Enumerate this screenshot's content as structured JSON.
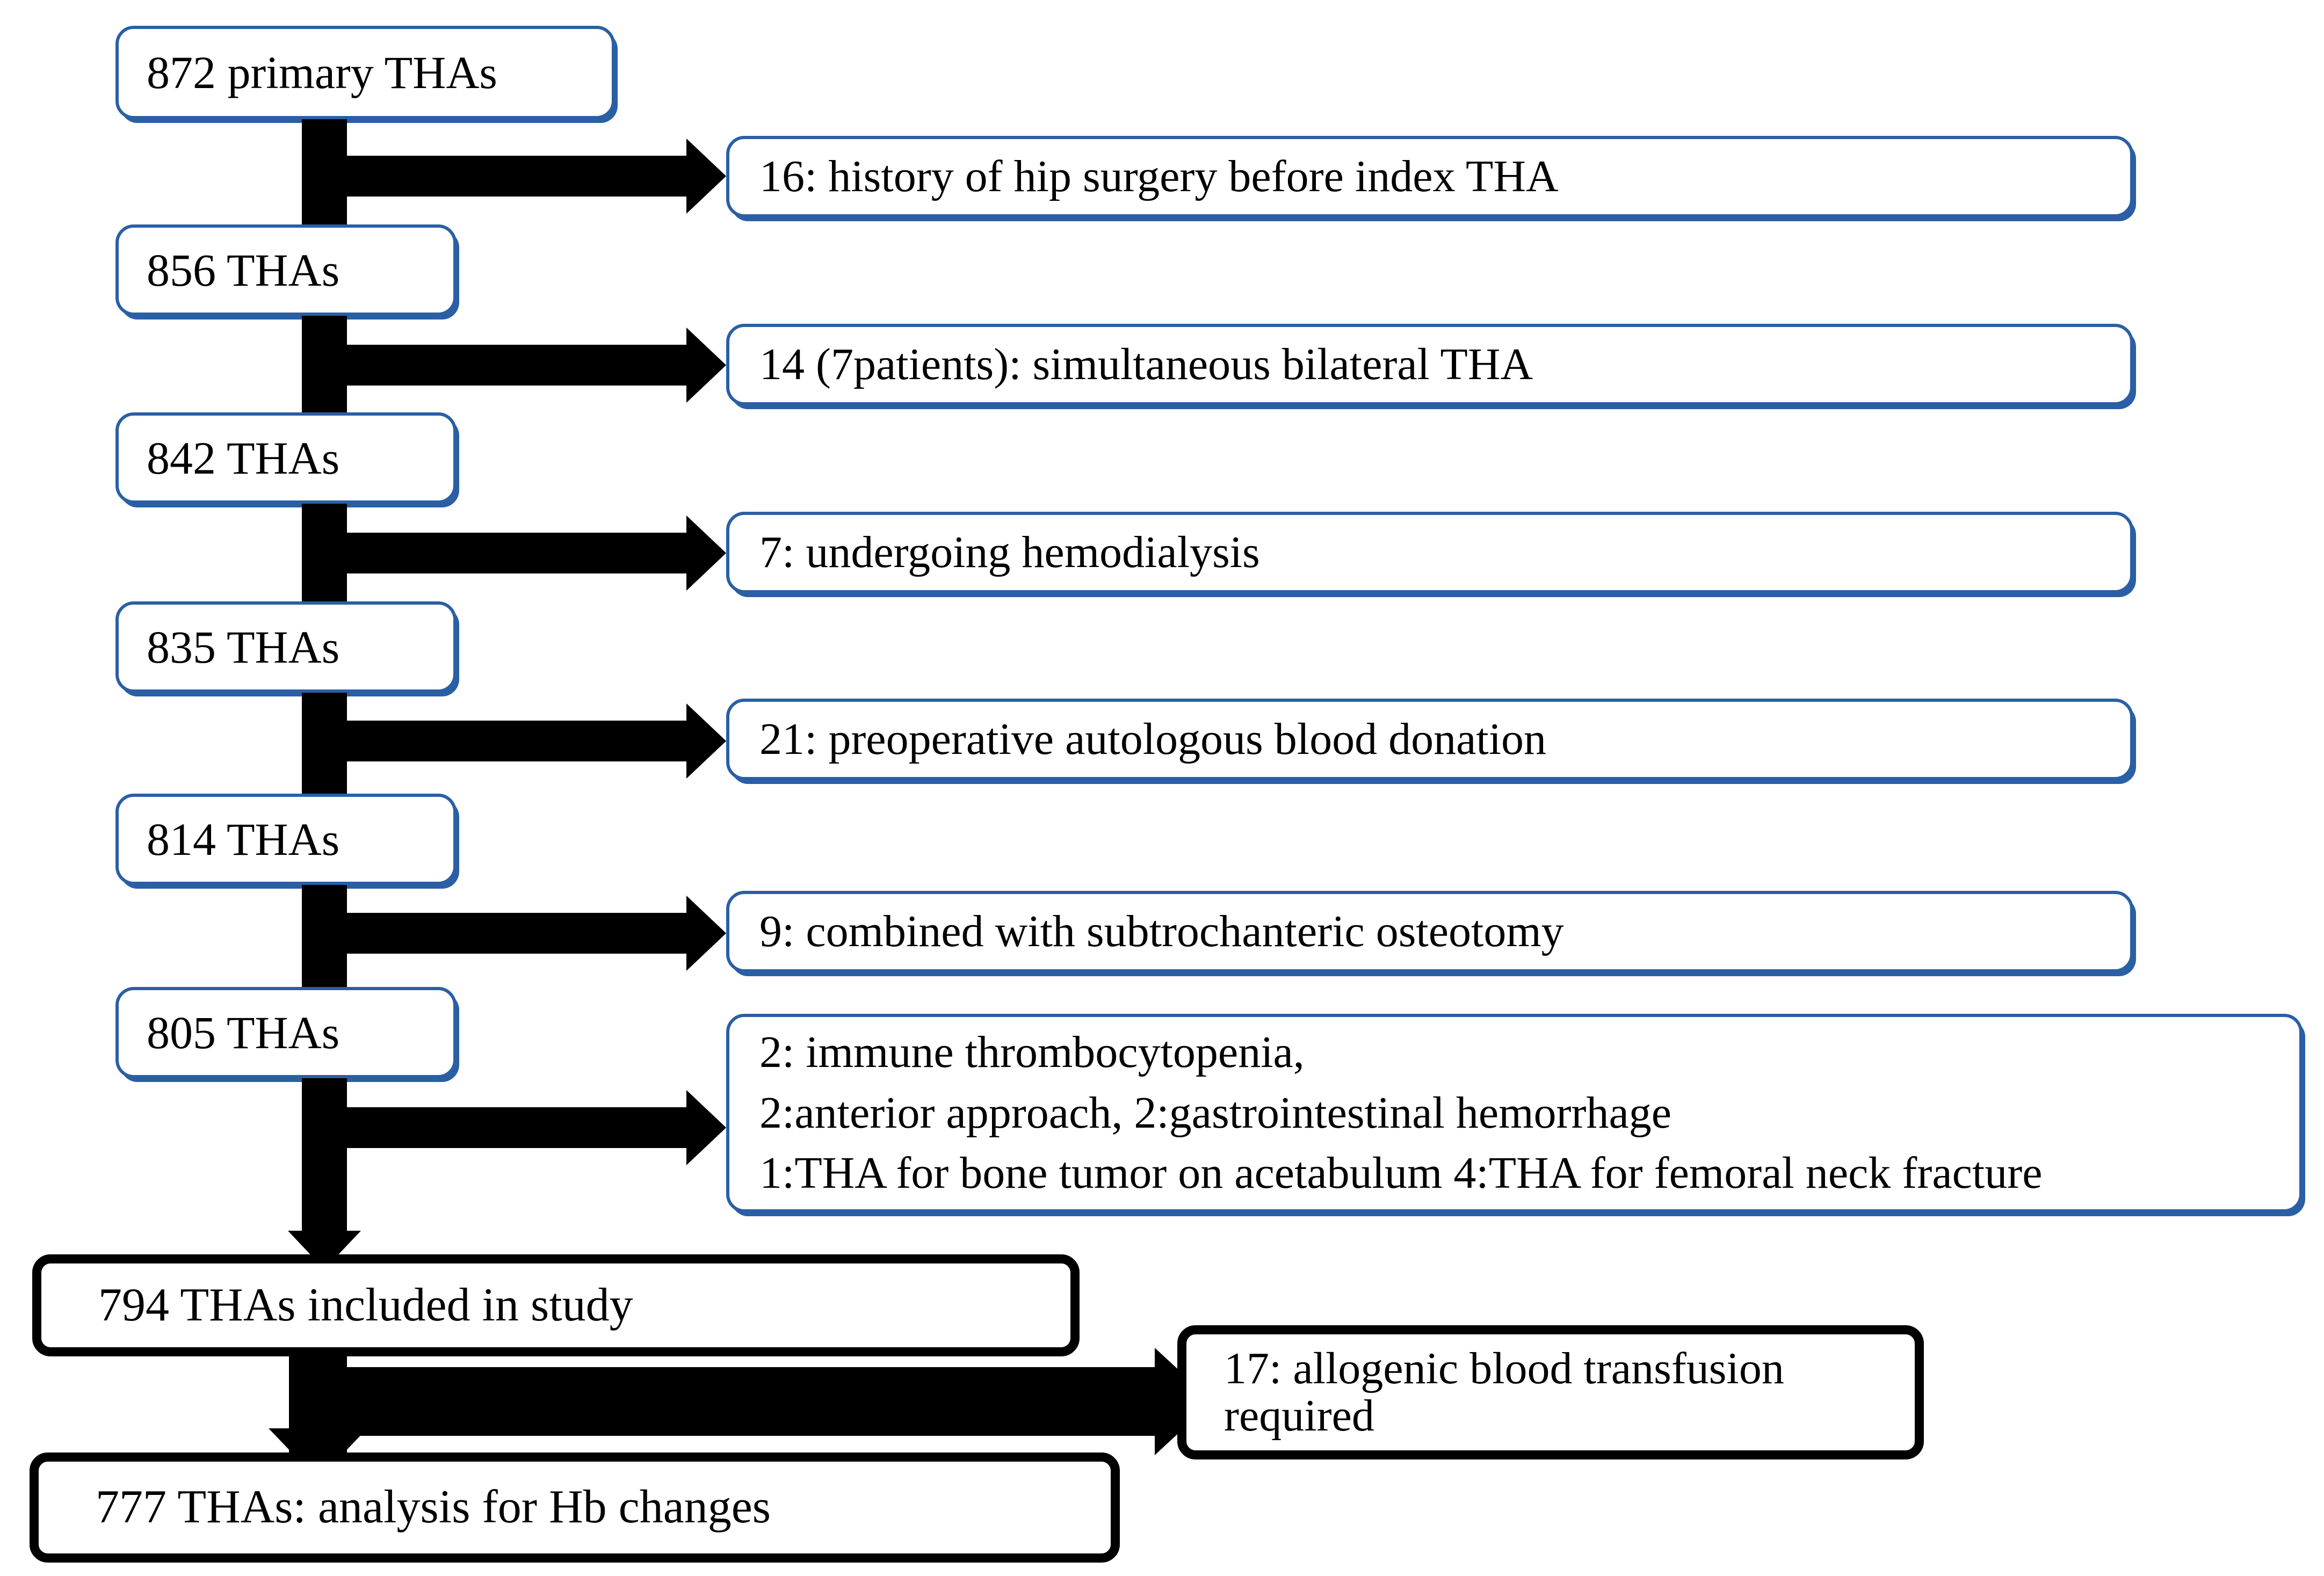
{
  "diagram": {
    "title": "THA study participant selection flowchart",
    "colors": {
      "flow_box_border": "#2A5FA5",
      "final_box_border": "#000000",
      "arrow": "#000000",
      "background": "#FFFFFF",
      "text": "#000000"
    }
  },
  "flow_boxes": [
    {
      "id": "n872",
      "label": "872 primary THAs"
    },
    {
      "id": "n856",
      "label": "856 THAs"
    },
    {
      "id": "n842",
      "label": "842 THAs"
    },
    {
      "id": "n835",
      "label": "835 THAs"
    },
    {
      "id": "n814",
      "label": "814 THAs"
    },
    {
      "id": "n805",
      "label": "805 THAs"
    }
  ],
  "exclusion_boxes": [
    {
      "id": "ex1",
      "label": "16: history of hip surgery before index THA"
    },
    {
      "id": "ex2",
      "label": "14 (7patients): simultaneous bilateral THA"
    },
    {
      "id": "ex3",
      "label": "7: undergoing hemodialysis"
    },
    {
      "id": "ex4",
      "label": "21: preoperative autologous blood donation"
    },
    {
      "id": "ex5",
      "label": "9: combined with subtrochanteric osteotomy"
    },
    {
      "id": "ex6",
      "label": "2: immune thrombocytopenia,\n2:anterior approach, 2:gastrointestinal hemorrhage\n1:THA for bone tumor on acetabulum 4:THA for femoral neck fracture"
    }
  ],
  "final_boxes": [
    {
      "id": "included",
      "label": "794 THAs included in study"
    },
    {
      "id": "analysis",
      "label": "777 THAs: analysis for Hb changes"
    }
  ],
  "final_exclusion": {
    "id": "ex7",
    "label": "17: allogenic blood transfusion required"
  }
}
